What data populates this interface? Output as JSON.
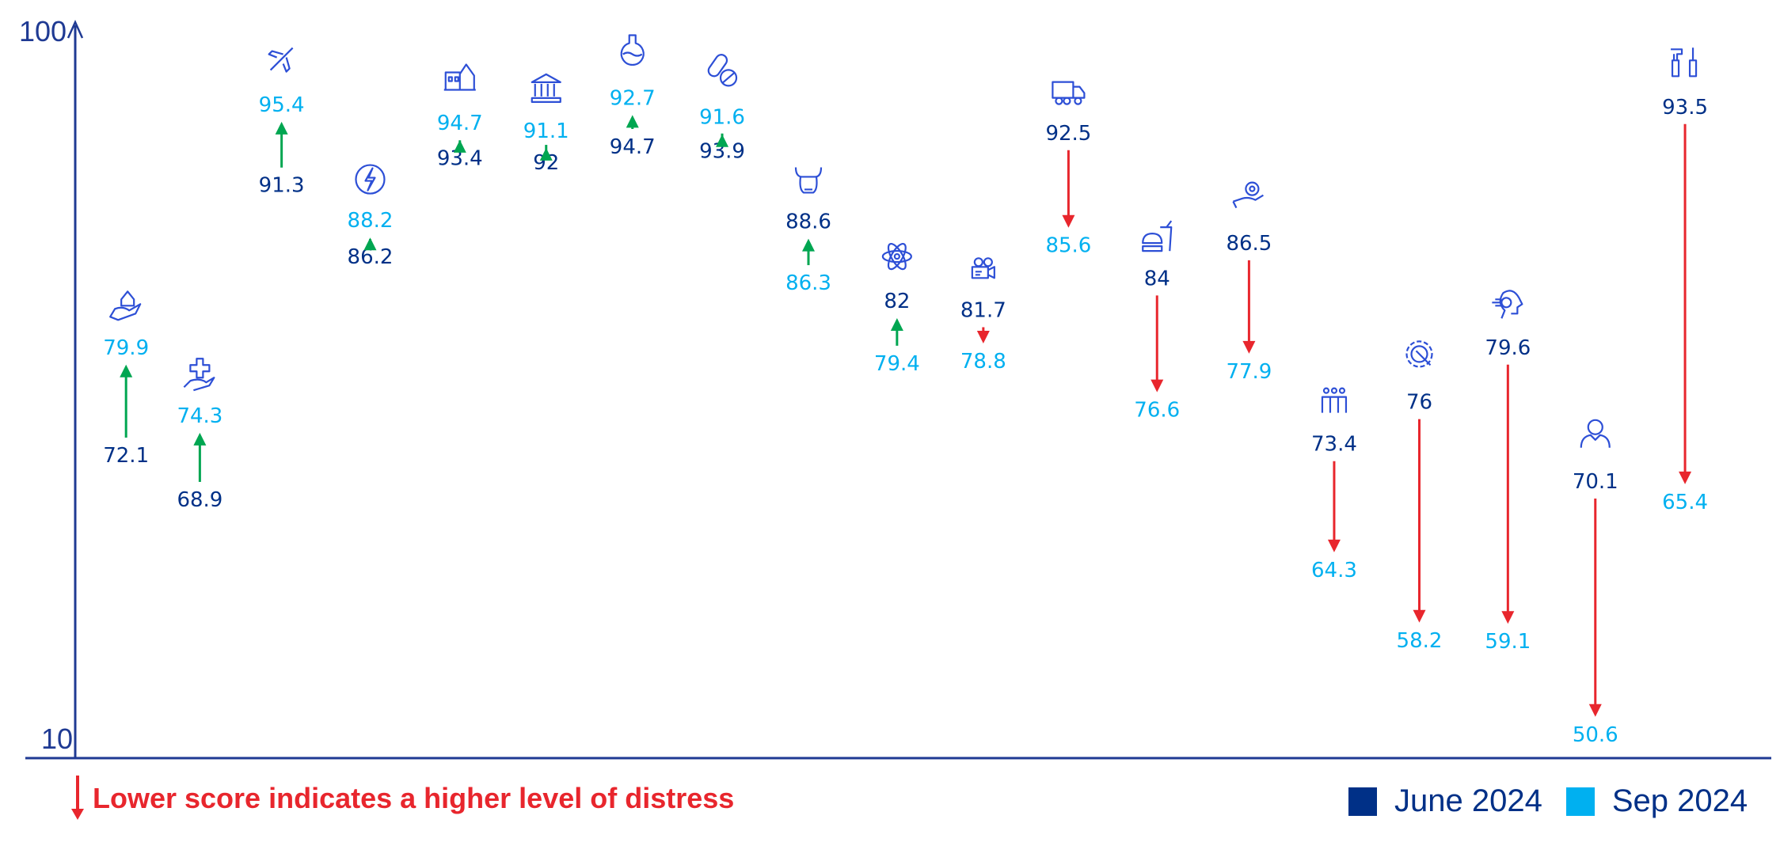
{
  "chart_data": {
    "type": "arrow-dot",
    "title": "",
    "y_axis": {
      "min_label": "10",
      "max_label": "100",
      "range": [
        10,
        100
      ]
    },
    "series": [
      {
        "name": "June 2024",
        "color": "#003087"
      },
      {
        "name": "Sep 2024",
        "color": "#00b0f0"
      }
    ],
    "colors": {
      "up": "#00a651",
      "down": "#e8262d",
      "axis": "#1f3a93",
      "icon": "#2d4fd6"
    },
    "categories": [
      {
        "icon": "home-care-icon",
        "june": 72.1,
        "sep": 79.9,
        "arrow": "up",
        "top": "sep"
      },
      {
        "icon": "healthcare-hand-icon",
        "june": 68.9,
        "sep": 74.3,
        "arrow": "up",
        "top": "sep"
      },
      {
        "icon": "airplane-icon",
        "june": 91.3,
        "sep": 95.4,
        "arrow": "up",
        "top": "sep"
      },
      {
        "icon": "energy-icon",
        "june": 86.2,
        "sep": 88.2,
        "arrow": "up",
        "top": "sep"
      },
      {
        "icon": "real-estate-icon",
        "june": 93.4,
        "sep": 94.7,
        "arrow": "up",
        "top": "sep"
      },
      {
        "icon": "bank-icon",
        "june": 92.0,
        "sep": 91.1,
        "arrow": "up",
        "top": "sep"
      },
      {
        "icon": "chemicals-flask-icon",
        "june": 94.7,
        "sep": 92.7,
        "arrow": "up",
        "top": "sep"
      },
      {
        "icon": "pills-icon",
        "june": 93.9,
        "sep": 91.6,
        "arrow": "up",
        "top": "sep"
      },
      {
        "icon": "bull-icon",
        "june": 88.6,
        "sep": 86.3,
        "arrow": "up",
        "top": "june"
      },
      {
        "icon": "atom-icon",
        "june": 82.0,
        "sep": 79.4,
        "arrow": "up",
        "top": "june"
      },
      {
        "icon": "film-camera-icon",
        "june": 81.7,
        "sep": 78.8,
        "arrow": "down",
        "top": "june"
      },
      {
        "icon": "truck-icon",
        "june": 92.5,
        "sep": 85.6,
        "arrow": "down",
        "top": "june"
      },
      {
        "icon": "fast-food-icon",
        "june": 84.0,
        "sep": 76.6,
        "arrow": "down",
        "top": "june"
      },
      {
        "icon": "hand-gear-icon",
        "june": 86.5,
        "sep": 77.9,
        "arrow": "down",
        "top": "june"
      },
      {
        "icon": "people-group-icon",
        "june": 73.4,
        "sep": 64.3,
        "arrow": "down",
        "top": "june"
      },
      {
        "icon": "gear-wrench-icon",
        "june": 76.0,
        "sep": 58.2,
        "arrow": "down",
        "top": "june"
      },
      {
        "icon": "ai-head-icon",
        "june": 79.6,
        "sep": 59.1,
        "arrow": "down",
        "top": "june"
      },
      {
        "icon": "person-icon",
        "june": 70.1,
        "sep": 50.6,
        "arrow": "down",
        "top": "june"
      },
      {
        "icon": "tools-icon",
        "june": 93.5,
        "sep": 65.4,
        "arrow": "down",
        "top": "june"
      }
    ]
  },
  "footer": {
    "note": "Lower score indicates a higher level of distress"
  },
  "legend": {
    "june_label": "June 2024",
    "sep_label": "Sep 2024"
  }
}
